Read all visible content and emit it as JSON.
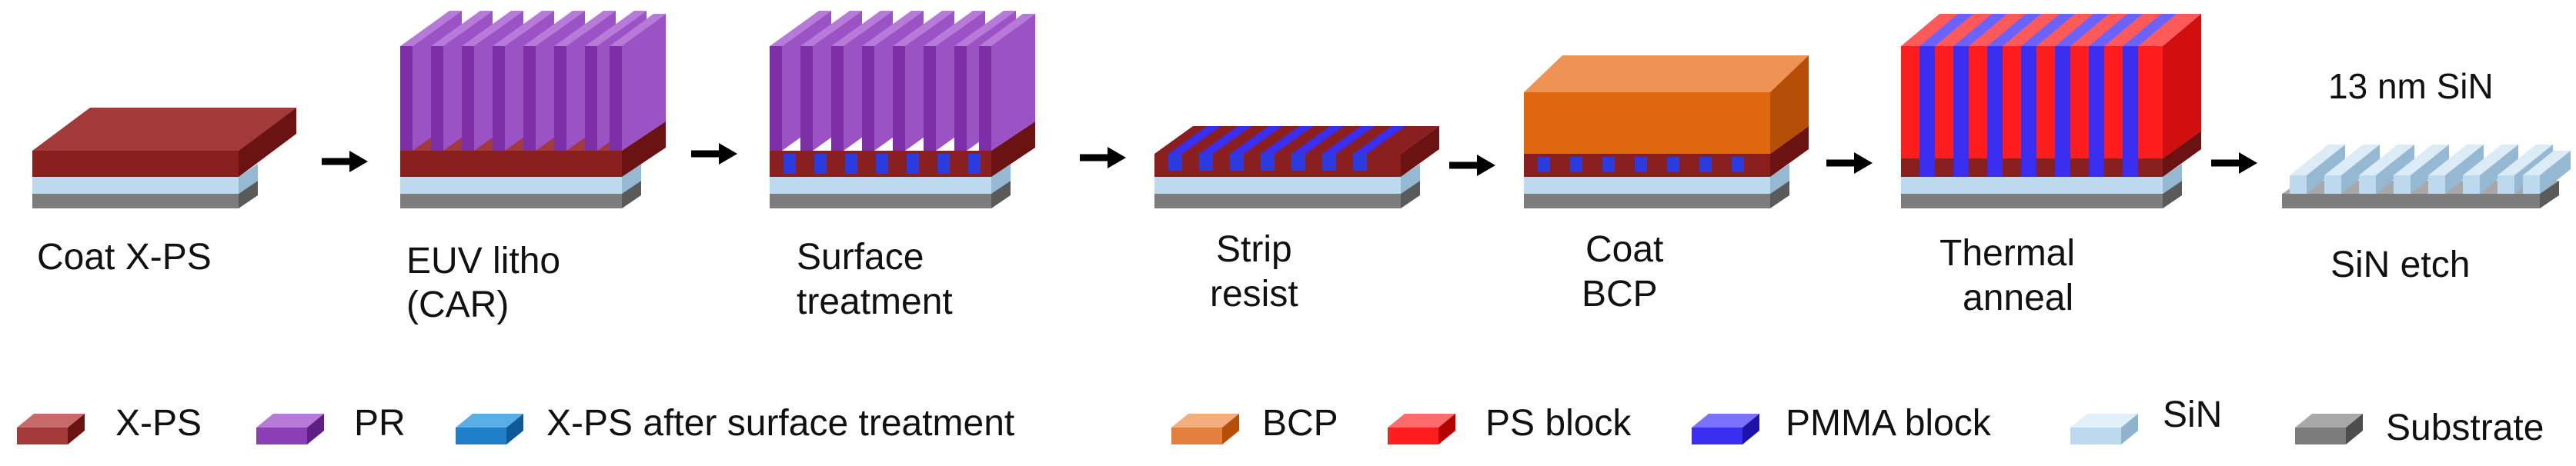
{
  "steps": [
    {
      "label_lines": [
        "Coat X-PS"
      ]
    },
    {
      "label_lines": [
        "EUV litho",
        "(CAR)"
      ]
    },
    {
      "label_lines": [
        "Surface",
        "treatment"
      ]
    },
    {
      "label_lines": [
        "Strip",
        "resist"
      ]
    },
    {
      "label_lines": [
        "Coat",
        "BCP"
      ]
    },
    {
      "label_lines": [
        "Thermal",
        "anneal"
      ]
    },
    {
      "label_lines": [
        "SiN etch"
      ],
      "annotation": "13 nm SiN"
    }
  ],
  "legend": [
    {
      "label": "X-PS",
      "color": "#a33a3a"
    },
    {
      "label": "PR",
      "color": "#8b3fb5"
    },
    {
      "label": "X-PS after surface treatment",
      "color": "#1f7fc8"
    },
    {
      "label": "BCP",
      "color": "#e57f3d"
    },
    {
      "label": "PS block",
      "color": "#ff1d1d"
    },
    {
      "label": "PMMA block",
      "color": "#3a2ef0"
    },
    {
      "label": "SiN",
      "color": "#bcd9ee"
    },
    {
      "label": "Substrate",
      "color": "#7c7c7c"
    }
  ],
  "arrow_icon": "right-arrow-icon"
}
